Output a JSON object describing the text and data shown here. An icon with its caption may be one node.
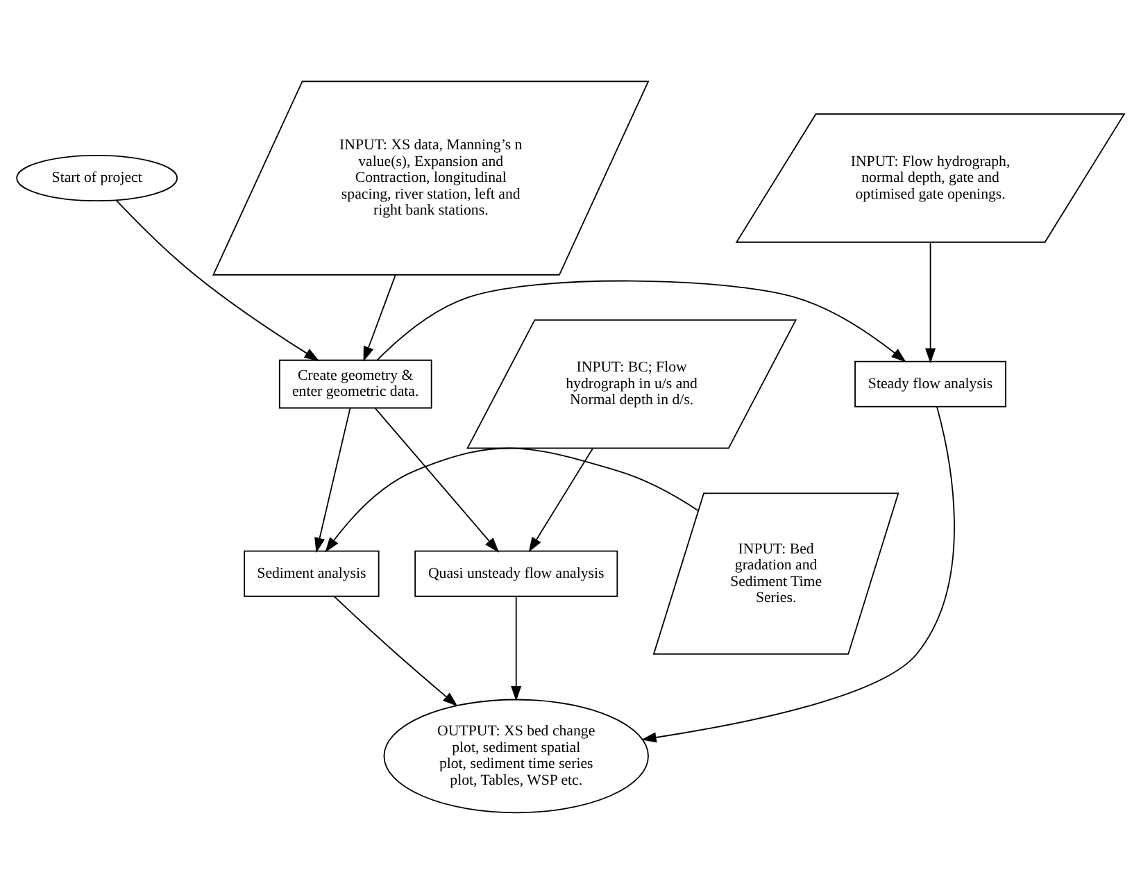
{
  "diagram": {
    "nodes": [
      {
        "text": [
          "Start of project"
        ]
      },
      {
        "text": [
          "INPUT: Flow hydrograph, normal depth, gate and optimised gate openings."
        ]
      },
      {
        "text": [
          "INPUT: XS data, Manning’s n value(s), Expansion and Contraction, longitudinal spacing, river station, left and right bank stations."
        ]
      },
      {
        "text": [
          "Steady flow analysis"
        ]
      },
      {
        "text": [
          "Create geometry & enter geometric data."
        ]
      },
      {
        "text": [
          "INPUT: BC; Flow hydrograph in u/s and Normal depth in d/s."
        ]
      },
      {
        "text": [
          "INPUT: Bed gradation and Sediment Time Series."
        ]
      },
      {
        "text": [
          "Sediment analysis"
        ]
      },
      {
        "text": [
          "Quasi unsteady flow analysis"
        ]
      },
      {
        "text": [
          "OUTPUT: XS bed change plot, sediment spatial plot, sediment time series plot, Tables, WSP etc."
        ]
      }
    ],
    "edges": [
      {
        "from": 0,
        "to": 4,
        "arrow": "to"
      },
      {
        "from": 1,
        "to": 3,
        "arrow": "to"
      },
      {
        "from": 2,
        "to": 4,
        "arrow": "to"
      },
      {
        "from": 4,
        "to": 3,
        "arrow": "to"
      },
      {
        "from": 4,
        "to": 7,
        "arrow": "to"
      },
      {
        "from": 4,
        "to": 8,
        "arrow": "to"
      },
      {
        "from": 5,
        "to": 8,
        "arrow": "to"
      },
      {
        "from": 6,
        "to": 7,
        "arrow": "to"
      },
      {
        "from": 7,
        "to": 9,
        "arrow": "to"
      },
      {
        "from": 3,
        "to": 9,
        "arrow": "to"
      },
      {
        "from": 8,
        "to": 9,
        "arrow": "to"
      }
    ]
  }
}
